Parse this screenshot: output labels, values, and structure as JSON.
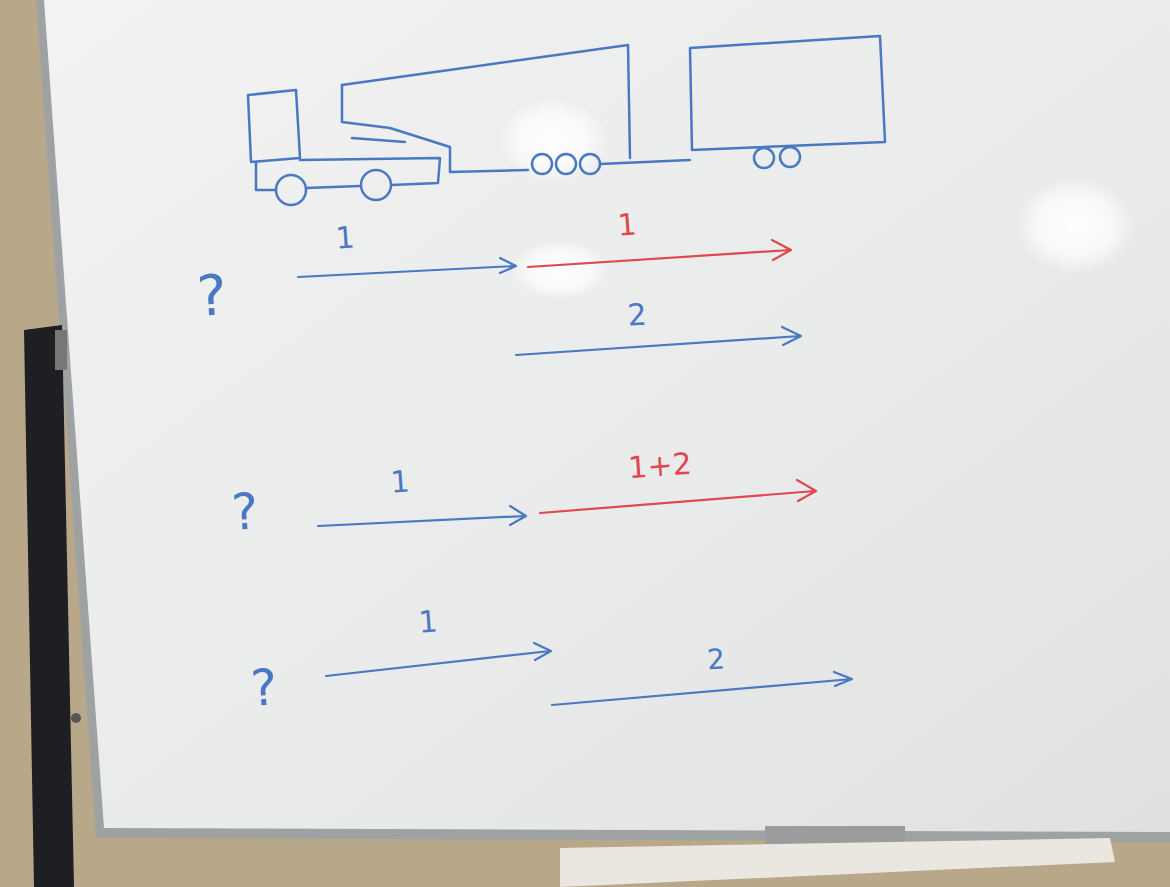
{
  "diagram": {
    "labels": [
      "?",
      "1",
      "1",
      "2",
      "?",
      "1",
      "1+2",
      "?",
      "1",
      "2"
    ]
  }
}
